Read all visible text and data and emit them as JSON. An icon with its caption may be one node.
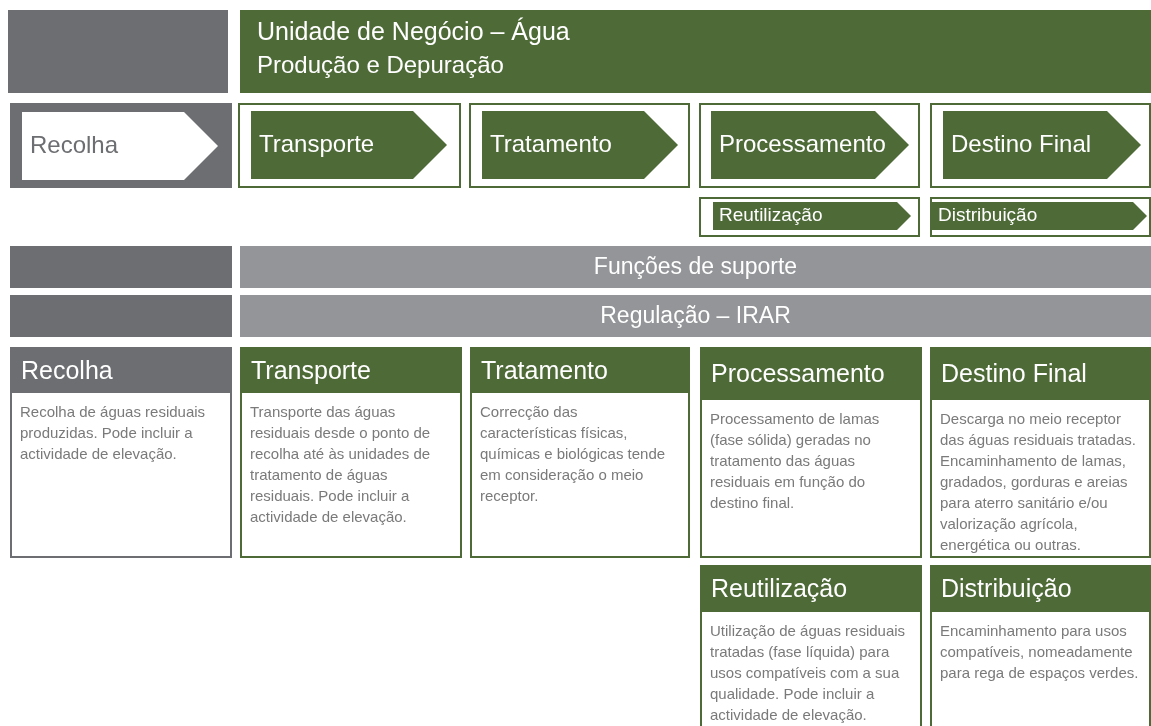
{
  "diagram": {
    "nodes": [
      {
        "text": [],
        "shape": "box"
      },
      {
        "text": [
          "Unidade de Negócio – Água",
          "Produção e Depuração"
        ]
      },
      {
        "text": [
          "Recolha"
        ]
      },
      {
        "text": [
          "Transporte"
        ]
      },
      {
        "text": [
          "Tratamento"
        ]
      },
      {
        "text": [
          "Processamento"
        ]
      },
      {
        "text": [
          "Destino Final"
        ]
      },
      {
        "text": [
          "Reutilização"
        ]
      },
      {
        "text": [
          "Distribuição"
        ]
      },
      {
        "text": [],
        "shape": "box"
      },
      {
        "text": [
          "Funções de suporte"
        ]
      },
      {
        "text": [],
        "shape": "box"
      },
      {
        "text": [
          "Regulação – IRAR"
        ]
      },
      {
        "text": [
          "Recolha",
          "Recolha de águas residuais produzidas. Pode incluir a actividade de elevação."
        ]
      },
      {
        "text": [
          "Transporte",
          "Transporte das águas residuais desde o ponto de recolha até às unidades de tratamento de águas residuais. Pode incluir a actividade de elevação."
        ]
      },
      {
        "text": [
          "Tratamento",
          "Correcção das características físicas, químicas e biológicas tende em consideração o meio receptor."
        ]
      },
      {
        "text": [
          "Processamento",
          "Processamento de lamas (fase sólida) geradas no tratamento das águas residuais em função do destino final."
        ]
      },
      {
        "text": [
          "Destino Final",
          "Descarga no meio receptor das águas residuais tratadas. Encaminhamento de lamas, gradados, gorduras e areias para aterro sanitário e/ou valorização agrícola, energética ou outras."
        ]
      },
      {
        "text": [
          "Reutilização",
          "Utilização de águas residuais tratadas (fase líquida) para usos compatíveis com a sua qualidade. Pode incluir a actividade de elevação."
        ]
      },
      {
        "text": [
          "Distribuição",
          "Encaminhamento para usos compatíveis, nomeadamente para rega de espaços verdes."
        ]
      }
    ]
  }
}
